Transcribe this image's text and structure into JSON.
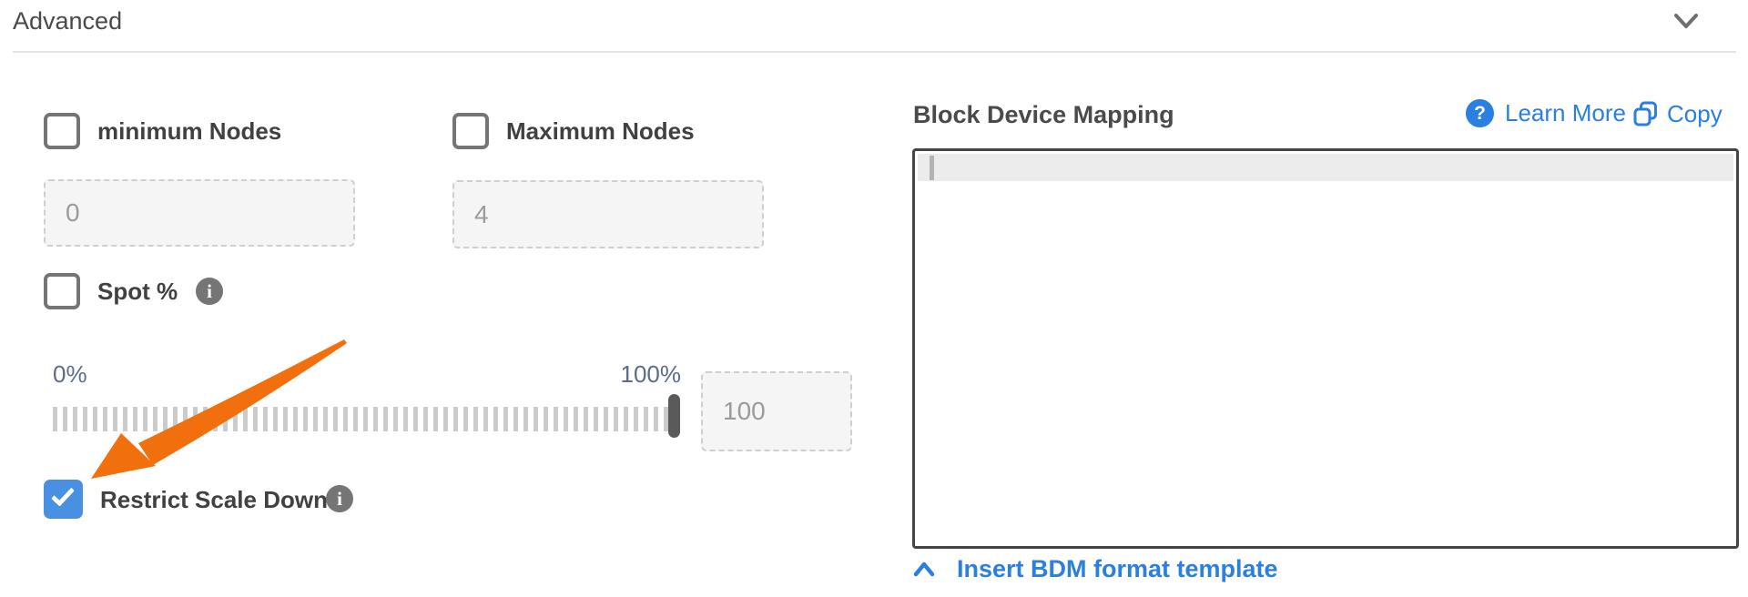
{
  "header": {
    "title": "Advanced"
  },
  "left": {
    "min_nodes": {
      "label": "minimum Nodes",
      "value": "0",
      "checked": false
    },
    "max_nodes": {
      "label": "Maximum Nodes",
      "value": "4",
      "checked": false
    },
    "spot": {
      "label": "Spot %",
      "checked": false
    },
    "slider": {
      "min_label": "0%",
      "max_label": "100%",
      "value": "100",
      "position_percent": 100
    },
    "restrict_scale_down": {
      "label": "Restrict Scale Down",
      "checked": true
    }
  },
  "bdm": {
    "title": "Block Device Mapping",
    "learn_more_label": "Learn More",
    "copy_label": "Copy",
    "editor_content": "",
    "insert_template_label": "Insert BDM format template"
  },
  "icons": {
    "header_chevron": "chevron-down",
    "spot_info": "info-circle",
    "restrict_info": "info-circle",
    "learn_more": "question-circle",
    "copy": "copy-squares",
    "insert_template": "chevron-up",
    "annotation": "orange-arrow"
  },
  "colors": {
    "link_blue": "#2a7fe1",
    "checkbox_checked_blue": "#4a90e2",
    "arrow_orange": "#f26f0d",
    "slider_label_slate": "#5a6b8e",
    "label_gray": "#414141",
    "input_text_gray": "#9b9b9b"
  }
}
